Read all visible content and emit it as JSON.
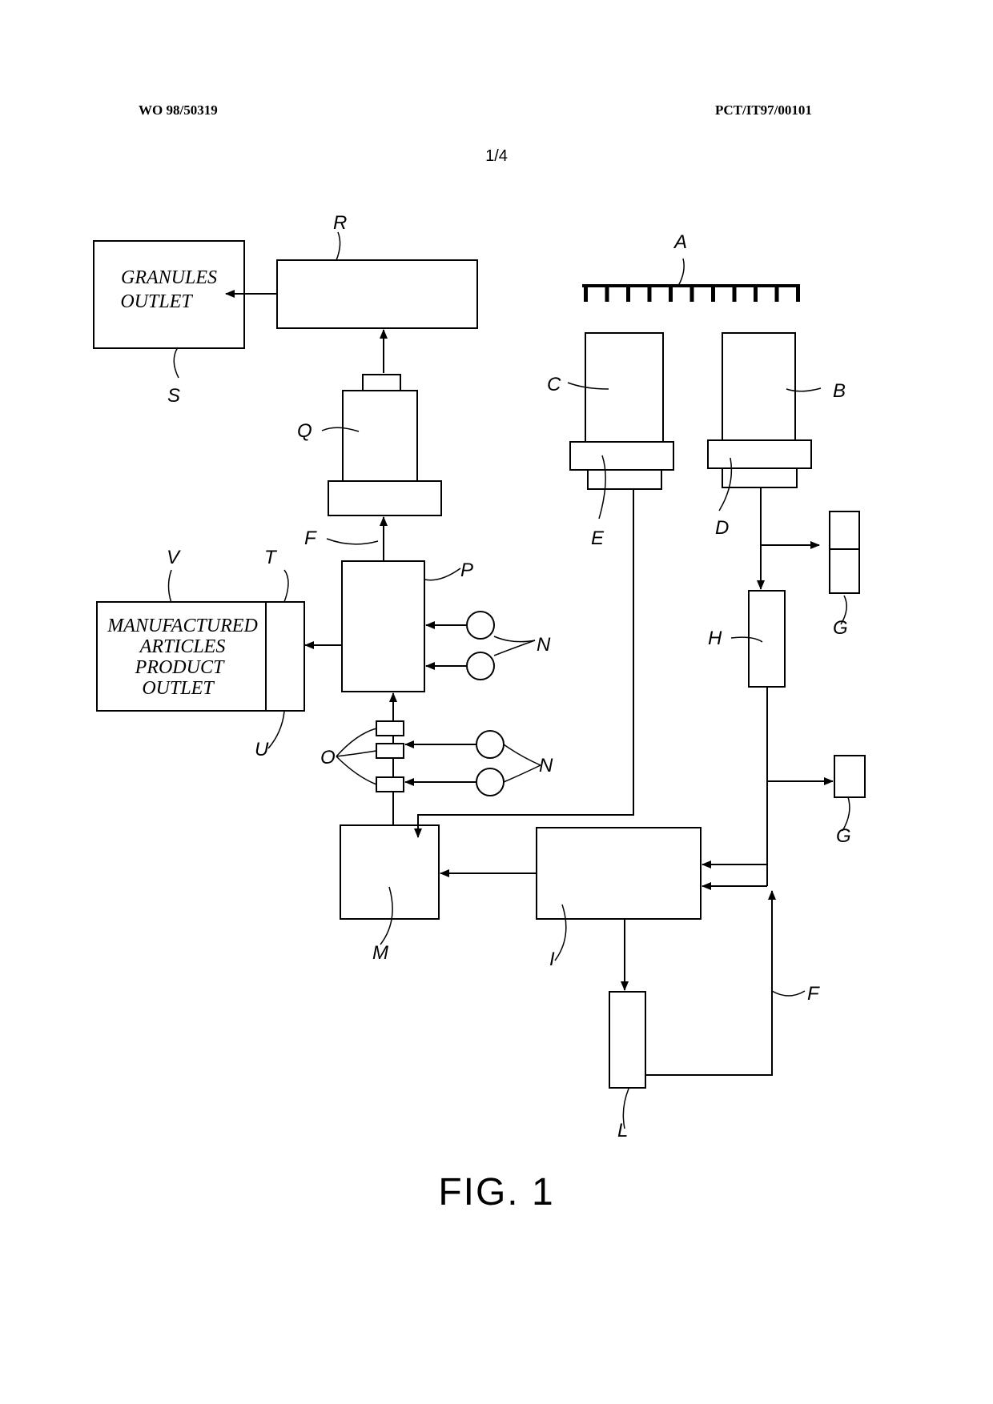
{
  "header": {
    "publication_number": "WO 98/50319",
    "application_number": "PCT/IT97/00101",
    "sheet": "1/4"
  },
  "diagram": {
    "figure_caption": "FIG. 1",
    "labels": {
      "A": "A",
      "B": "B",
      "C": "C",
      "D": "D",
      "E": "E",
      "F_top": "F",
      "F_bottom": "F",
      "G_top": "G",
      "G_bottom": "G",
      "H": "H",
      "I": "I",
      "L": "L",
      "M": "M",
      "N_top": "N",
      "N_bottom": "N",
      "O": "O",
      "P": "P",
      "Q": "Q",
      "R": "R",
      "S": "S",
      "T": "T",
      "U": "U",
      "V": "V"
    },
    "granules_outlet": [
      "GRANULES",
      "OUTLET"
    ],
    "product_outlet": [
      "MANUFACTURED",
      "ARTICLES",
      "PRODUCT",
      "OUTLET"
    ]
  }
}
